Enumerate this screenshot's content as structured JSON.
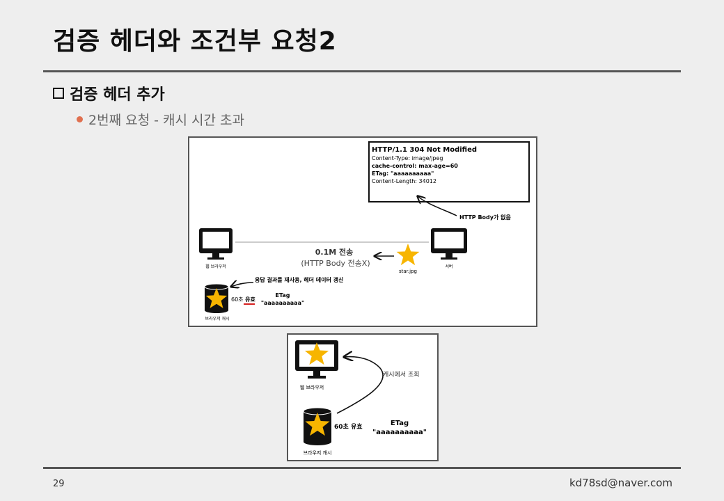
{
  "slide": {
    "title": "검증 헤더와 조건부 요청2",
    "section": "검증 헤더 추가",
    "bullet": "2번째 요청 - 캐시 시간 초과",
    "page_number": "29",
    "email": "kd78sd@naver.com"
  },
  "diagram1": {
    "response_lines": [
      "HTTP/1.1 304 Not Modified",
      "Content-Type: image/jpeg",
      "cache-control: max-age=60",
      "ETag: \"aaaaaaaaaa\"",
      "Content-Length: 34012"
    ],
    "no_body_note": "HTTP Body가 없음",
    "transfer_size": "0.1M 전송",
    "transfer_note": "(HTTP Body 전송X)",
    "client_label": "웹 브라우저",
    "server_label": "서버",
    "file_label": "star.jpg",
    "reuse_note": "응답 결과를 재사용, 헤더 데이터 갱신",
    "valid_prefix": "60초 ",
    "valid_word": "유효",
    "etag_label": "ETag",
    "etag_value": "\"aaaaaaaaaa\"",
    "cache_label": "브라우저 캐시"
  },
  "diagram2": {
    "client_label": "웹 브라우저",
    "lookup_label": "캐시에서 조회",
    "valid_label": "60초 유효",
    "etag_label": "ETag",
    "etag_value": "\"aaaaaaaaaa\"",
    "cache_label": "브라우저 캐시"
  },
  "colors": {
    "star": "#f7b500",
    "bullet_dot": "#e07050",
    "underline": "#d62020",
    "rule": "#555555"
  }
}
